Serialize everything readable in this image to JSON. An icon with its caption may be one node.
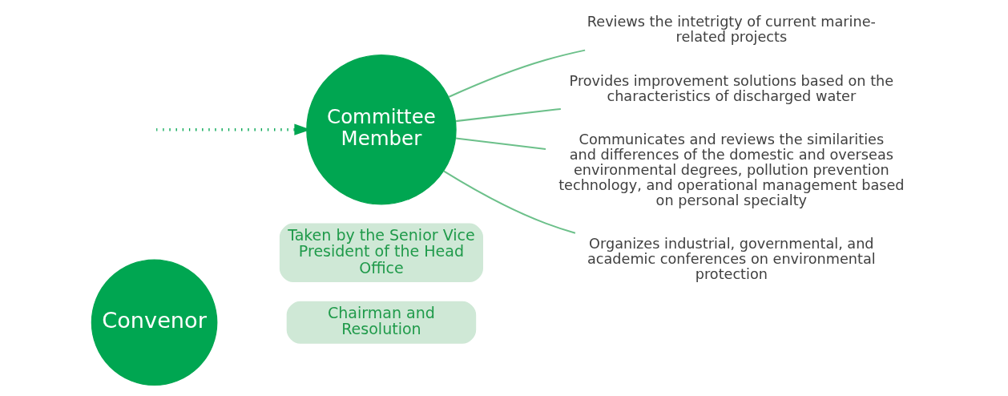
{
  "diagram": {
    "nodes": [
      {
        "text": [
          "Convenor"
        ]
      },
      {
        "text": [
          "Chairman and Resolution"
        ]
      },
      {
        "text": [
          "Taken by the Senior Vice President of the Head Office"
        ]
      },
      {
        "text": [
          "Committee Member"
        ]
      },
      {
        "text": [
          "Reviews the intetrigty of current marine-related projects"
        ]
      },
      {
        "text": [
          "Provides improvement solutions based on the characteristics of discharged water"
        ]
      },
      {
        "text": [
          "Communicates and reviews the similarities and differences of the domestic and overseas environmental degrees, pollution prevention technology, and operational management based on personal specialty"
        ]
      },
      {
        "text": [
          "Organizes industrial, governmental, and academic conferences on environmental protection"
        ]
      }
    ],
    "edges": [
      {
        "from": null,
        "to": 3,
        "arrow": "to",
        "style": "dashed",
        "color": "#00a651"
      },
      {
        "from": 3,
        "to": 4,
        "arrow": "none"
      },
      {
        "from": 3,
        "to": 5,
        "arrow": "none"
      },
      {
        "from": 3,
        "to": 6,
        "arrow": "none"
      },
      {
        "from": 3,
        "to": 7,
        "arrow": "none"
      }
    ]
  }
}
